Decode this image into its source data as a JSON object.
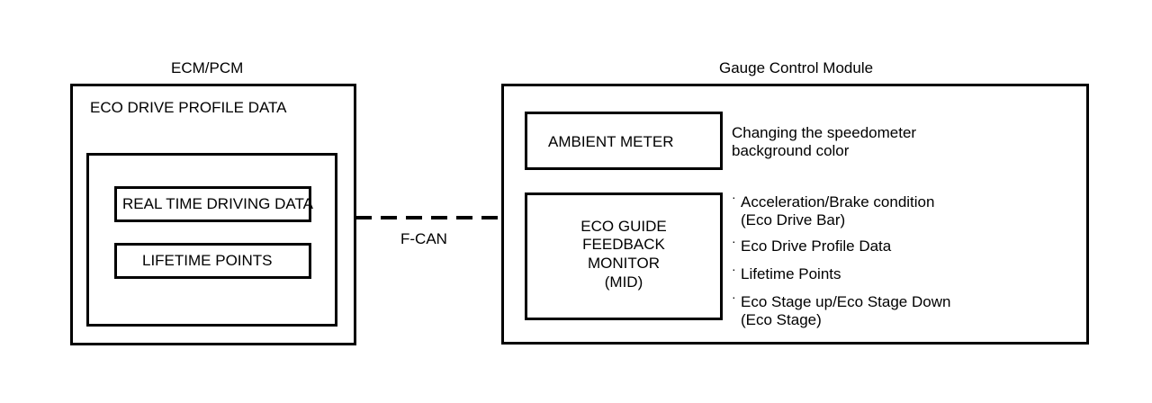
{
  "ecm": {
    "title": "ECM/PCM",
    "outer_label": "ECO DRIVE PROFILE DATA",
    "real_time": "REAL TIME DRIVING DATA",
    "lifetime": "LIFETIME POINTS"
  },
  "link": {
    "label": "F-CAN"
  },
  "gcm": {
    "title": "Gauge Control Module",
    "ambient": {
      "label": "AMBIENT METER",
      "desc_line1": "Changing the speedometer",
      "desc_line2": "background color"
    },
    "mid": {
      "line1": "ECO GUIDE",
      "line2": "FEEDBACK",
      "line3": "MONITOR",
      "line4": "(MID)"
    },
    "features": [
      {
        "line1": "Acceleration/Brake condition",
        "line2": "(Eco Drive Bar)"
      },
      {
        "line1": "Eco Drive Profile Data"
      },
      {
        "line1": "Lifetime Points"
      },
      {
        "line1": "Eco Stage up/Eco Stage Down",
        "line2": "(Eco Stage)"
      }
    ]
  },
  "bullet_char": "·"
}
